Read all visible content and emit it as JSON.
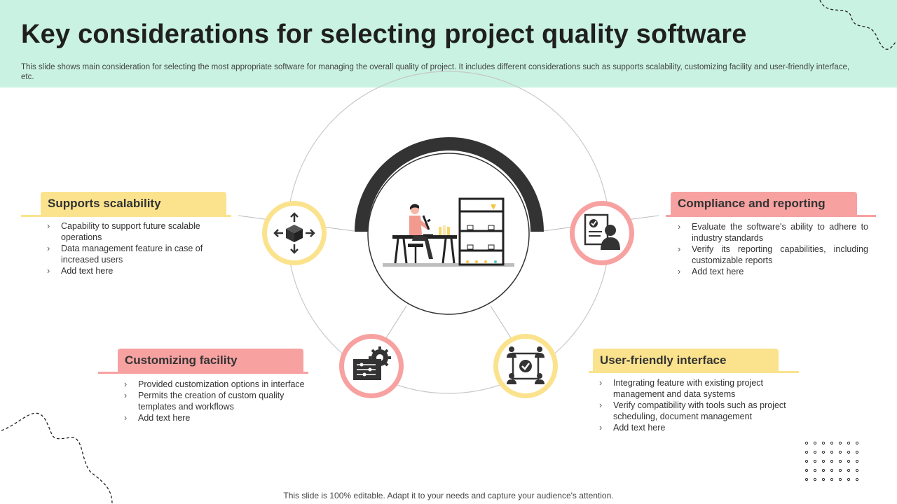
{
  "header": {
    "title": "Key considerations for selecting project quality software",
    "subtitle": "This slide shows main consideration for selecting the most appropriate software for managing the overall quality of project. It includes different considerations such as supports scalability, customizing facility and user-friendly interface, etc."
  },
  "cards": {
    "scalability": {
      "title": "Supports scalability",
      "items": [
        "Capability to support future scalable operations",
        "Data management feature in case of increased users",
        "Add text here"
      ],
      "icon": "cube-arrows-icon"
    },
    "compliance": {
      "title": "Compliance and reporting",
      "items": [
        "Evaluate the software's ability to adhere to industry standards",
        "Verify its reporting capabilities, including customizable reports",
        "Add text here"
      ],
      "icon": "document-user-icon"
    },
    "customizing": {
      "title": "Customizing facility",
      "items": [
        "Provided customization options in interface",
        "Permits the creation of custom quality templates and workflows",
        "Add text here"
      ],
      "icon": "settings-panel-icon"
    },
    "userfriendly": {
      "title": "User-friendly interface",
      "items": [
        "Integrating feature with existing project management and data systems",
        "Verify compatibility with tools such as project scheduling, document management",
        "Add text here"
      ],
      "icon": "network-check-icon"
    }
  },
  "colors": {
    "header_bg": "#c9f2e3",
    "yellow": "#fbe38e",
    "pink": "#f7a1a1",
    "arc": "#333333"
  },
  "footer": "This slide is 100% editable. Adapt it to your needs and capture your audience's attention."
}
